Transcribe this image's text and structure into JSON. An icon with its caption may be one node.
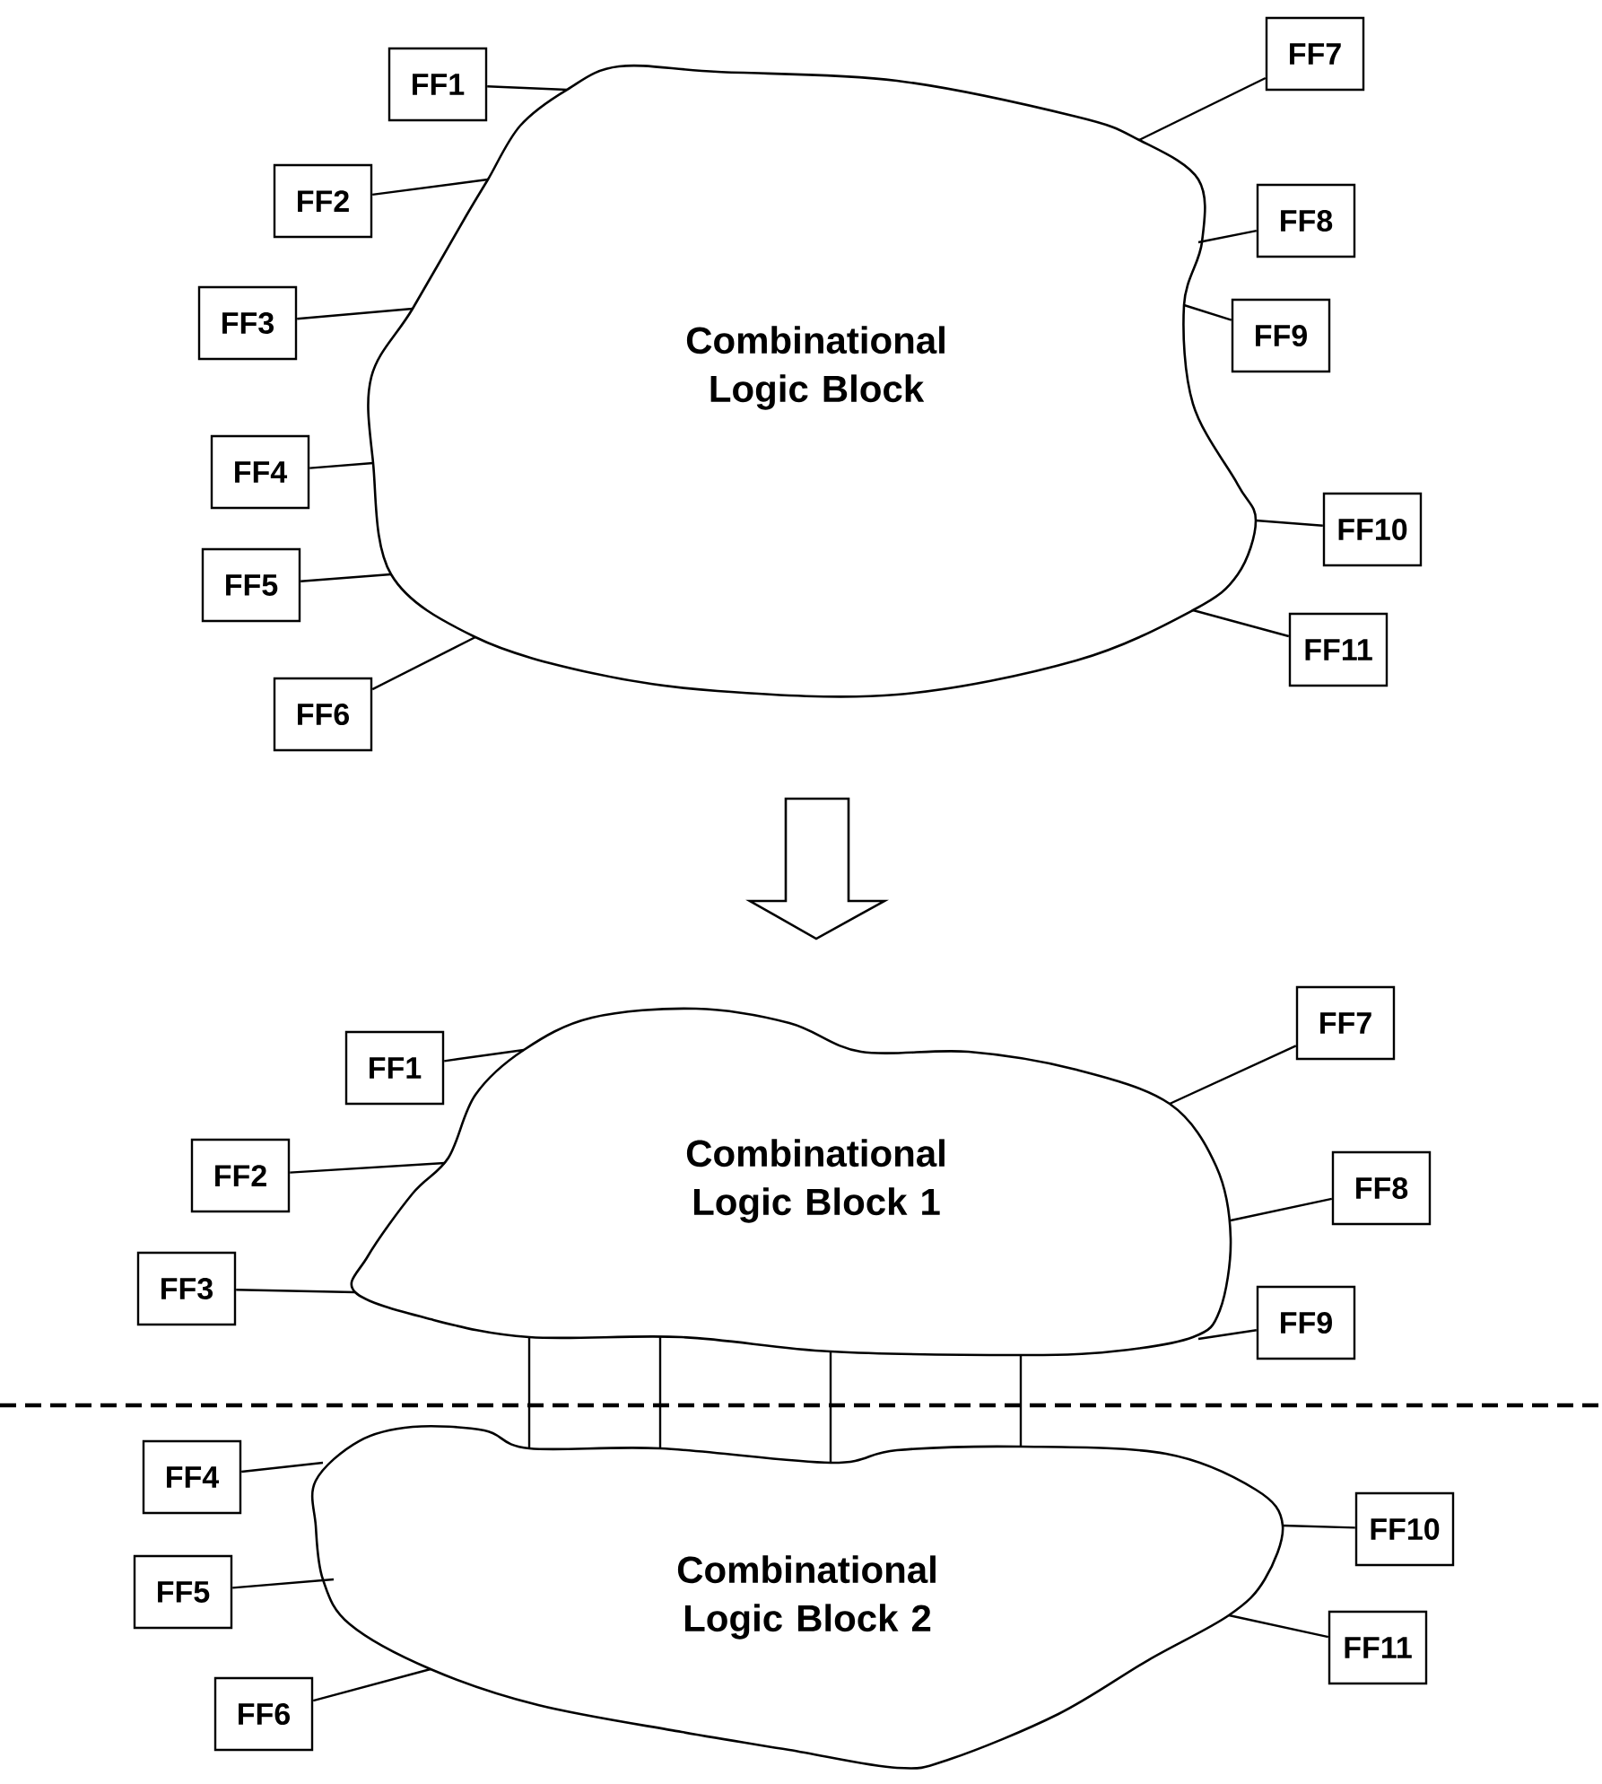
{
  "diagram": {
    "nodes": [
      {
        "text": [
          "Combinational Logic Block"
        ]
      },
      {
        "text": [
          "FF1"
        ]
      },
      {
        "text": [
          "FF2"
        ]
      },
      {
        "text": [
          "FF3"
        ]
      },
      {
        "text": [
          "FF4"
        ]
      },
      {
        "text": [
          "FF5"
        ]
      },
      {
        "text": [
          "FF6"
        ]
      },
      {
        "text": [
          "FF7"
        ]
      },
      {
        "text": [
          "FF8"
        ]
      },
      {
        "text": [
          "FF9"
        ]
      },
      {
        "text": [
          "FF10"
        ]
      },
      {
        "text": [
          "FF11"
        ]
      },
      {
        "text": [
          "Combinational Logic Block 1"
        ]
      },
      {
        "text": [
          "Combinational Logic Block 2"
        ]
      },
      {
        "text": [
          "FF1"
        ]
      },
      {
        "text": [
          "FF2"
        ]
      },
      {
        "text": [
          "FF3"
        ]
      },
      {
        "text": [
          "FF4"
        ]
      },
      {
        "text": [
          "FF5"
        ]
      },
      {
        "text": [
          "FF6"
        ]
      },
      {
        "text": [
          "FF7"
        ]
      },
      {
        "text": [
          "FF8"
        ]
      },
      {
        "text": [
          "FF9"
        ]
      },
      {
        "text": [
          "FF10"
        ]
      },
      {
        "text": [
          "FF11"
        ]
      }
    ],
    "edges": [
      {
        "from": 1,
        "to": 0,
        "arrow": "none"
      },
      {
        "from": 2,
        "to": 0,
        "arrow": "none"
      },
      {
        "from": 3,
        "to": 0,
        "arrow": "none"
      },
      {
        "from": 4,
        "to": 0,
        "arrow": "none"
      },
      {
        "from": 5,
        "to": 0,
        "arrow": "none"
      },
      {
        "from": 6,
        "to": 0,
        "arrow": "none"
      },
      {
        "from": 7,
        "to": 0,
        "arrow": "none"
      },
      {
        "from": 8,
        "to": 0,
        "arrow": "none"
      },
      {
        "from": 9,
        "to": 0,
        "arrow": "none"
      },
      {
        "from": 10,
        "to": 0,
        "arrow": "none"
      },
      {
        "from": 11,
        "to": 0,
        "arrow": "none"
      },
      {
        "from": 14,
        "to": 12,
        "arrow": "none"
      },
      {
        "from": 15,
        "to": 12,
        "arrow": "none"
      },
      {
        "from": 16,
        "to": 12,
        "arrow": "none"
      },
      {
        "from": 17,
        "to": 13,
        "arrow": "none"
      },
      {
        "from": 18,
        "to": 13,
        "arrow": "none"
      },
      {
        "from": 19,
        "to": 13,
        "arrow": "none"
      },
      {
        "from": 20,
        "to": 12,
        "arrow": "none"
      },
      {
        "from": 21,
        "to": 12,
        "arrow": "none"
      },
      {
        "from": 22,
        "to": 12,
        "arrow": "none"
      },
      {
        "from": 23,
        "to": 13,
        "arrow": "none"
      },
      {
        "from": 24,
        "to": 13,
        "arrow": "none"
      },
      {
        "from": 12,
        "to": 13,
        "arrow": "none"
      },
      {
        "from": 12,
        "to": 13,
        "arrow": "none"
      },
      {
        "from": 12,
        "to": 13,
        "arrow": "none"
      },
      {
        "from": 12,
        "to": 13,
        "arrow": "none"
      }
    ]
  }
}
